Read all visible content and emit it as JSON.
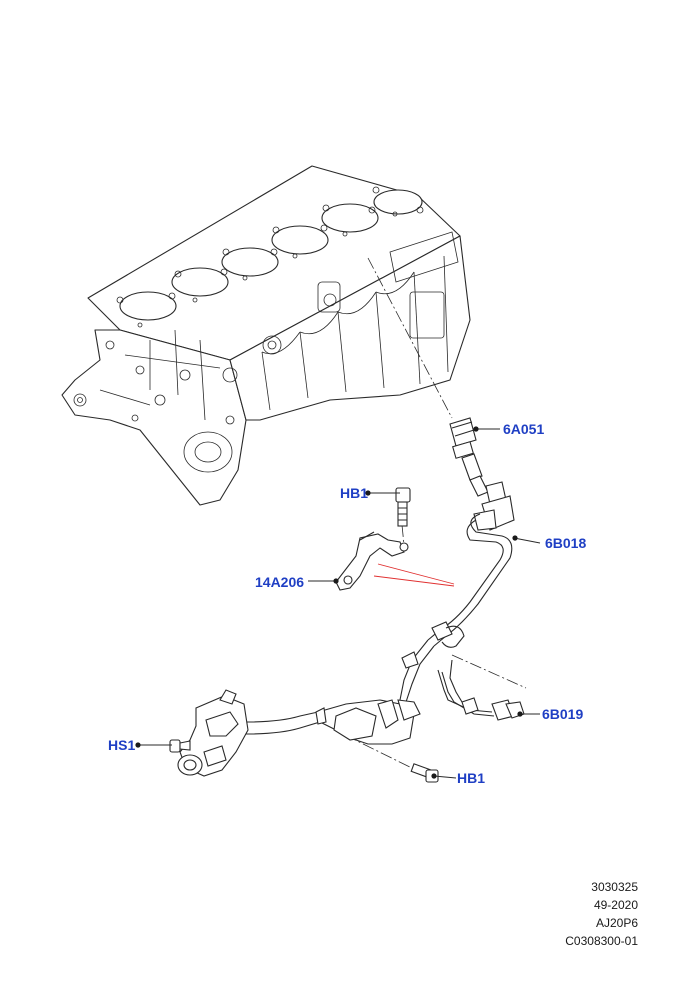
{
  "callouts": {
    "part_6a051": "6A051",
    "part_6b018": "6B018",
    "part_hb1_upper": "HB1",
    "part_14a206": "14A206",
    "part_6b019": "6B019",
    "part_hs1": "HS1",
    "part_hb1_lower": "HB1"
  },
  "reference": {
    "line1": "3030325",
    "line2": "49-2020",
    "line3": "AJ20P6",
    "line4": "C0308300-01"
  },
  "colors": {
    "callout_text": "#1f3fc4",
    "line_art": "#2a2a2a",
    "red_indicator": "#e03030"
  }
}
